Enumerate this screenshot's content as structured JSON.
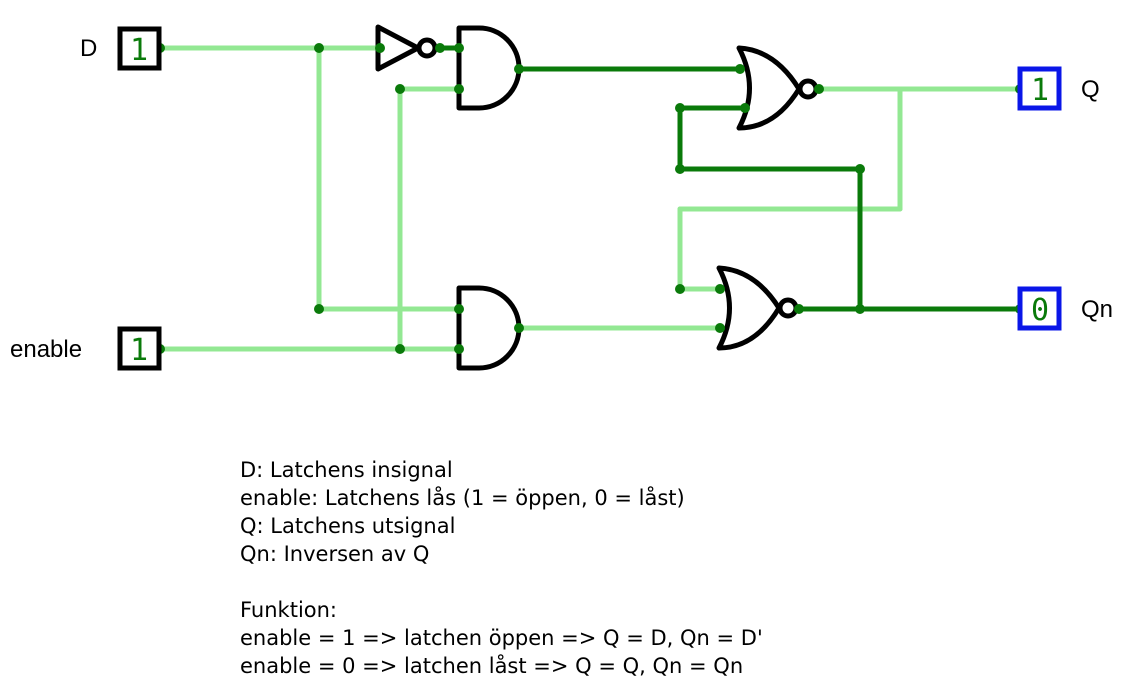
{
  "inputs": {
    "d": {
      "label": "D",
      "value": "1"
    },
    "enable": {
      "label": "enable",
      "value": "1"
    }
  },
  "outputs": {
    "q": {
      "label": "Q",
      "value": "1"
    },
    "qn": {
      "label": "Qn",
      "value": "0"
    }
  },
  "colors": {
    "wire_high": "#0a7a0a",
    "wire_low": "#93e893",
    "input_border": "#000000",
    "output_border": "#0a16e8",
    "value_text": "#0a7a0a",
    "gate_stroke": "#000000"
  },
  "notes": {
    "line1": "D: Latchens insignal",
    "line2": "enable: Latchens lås (1 = öppen, 0 = låst)",
    "line3": "Q: Latchens utsignal",
    "line4": "Qn: Inversen av Q",
    "line5": "Funktion:",
    "line6": "enable = 1 => latchen öppen => Q = D, Qn = D'",
    "line7": "enable = 0 => latchen låst => Q = Q, Qn = Qn"
  }
}
